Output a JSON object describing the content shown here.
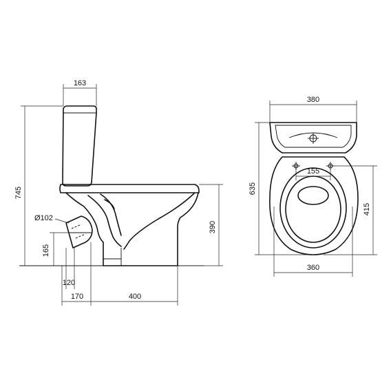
{
  "dimensions": {
    "tank_depth": "163",
    "total_height": "745",
    "outlet_diameter": "Ø102",
    "outlet_height": "165",
    "outlet_offset": "120",
    "outlet_to_wall": "170",
    "bowl_length": "400",
    "seat_height": "390",
    "overall_width": "380",
    "top_view_length": "635",
    "fixing_spacing": "155",
    "bowl_depth_top": "415",
    "base_width": "360"
  },
  "colors": {
    "line": "#111111",
    "background": "#ffffff"
  }
}
